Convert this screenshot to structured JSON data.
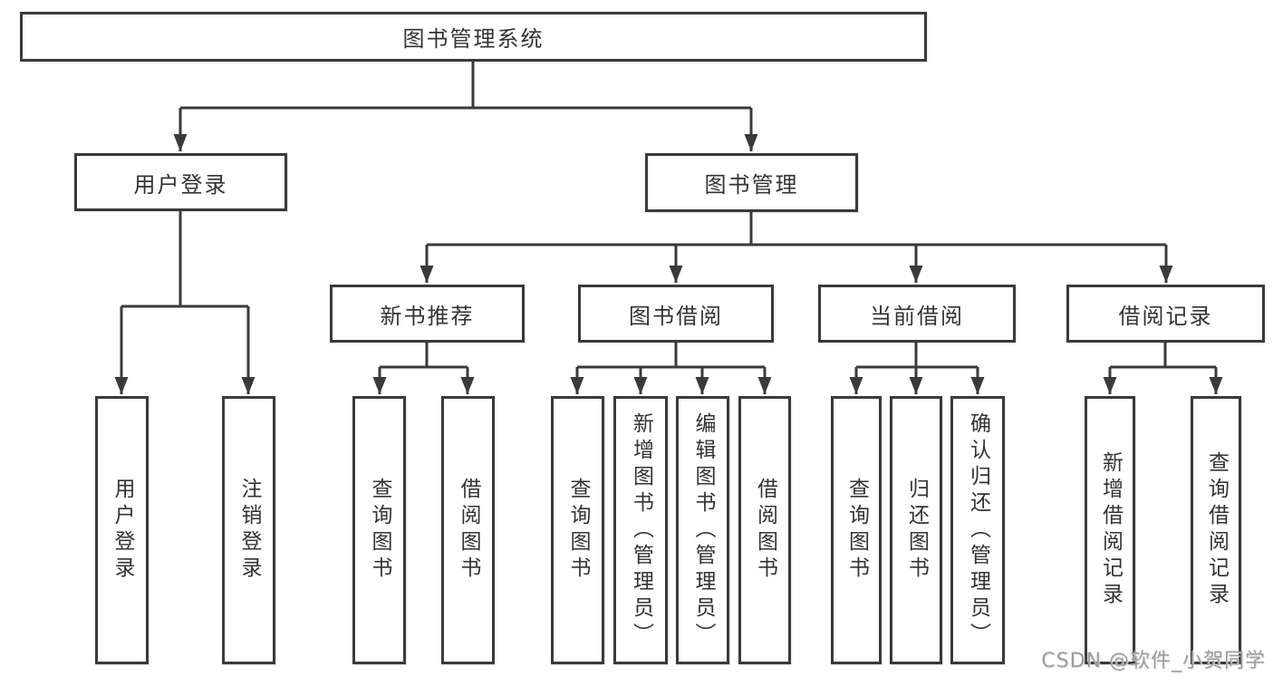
{
  "tree": {
    "root": {
      "label": "图书管理系统"
    },
    "level2": [
      {
        "label": "用户登录"
      },
      {
        "label": "图书管理"
      }
    ],
    "user_children": [
      {
        "label": "用户登录"
      },
      {
        "label": "注销登录"
      }
    ],
    "level3": [
      {
        "label": "新书推荐"
      },
      {
        "label": "图书借阅"
      },
      {
        "label": "当前借阅"
      },
      {
        "label": "借阅记录"
      }
    ],
    "leaves_new_book": [
      {
        "label": "查询图书"
      },
      {
        "label": "借阅图书"
      }
    ],
    "leaves_book_borrow": [
      {
        "label": "查询图书"
      },
      {
        "label": "新增图书（管理员）"
      },
      {
        "label": "编辑图书（管理员）"
      },
      {
        "label": "借阅图书"
      }
    ],
    "leaves_current_borrow": [
      {
        "label": "查询图书"
      },
      {
        "label": "归还图书"
      },
      {
        "label": "确认归还（管理员）"
      }
    ],
    "leaves_borrow_record": [
      {
        "label": "新增借阅记录"
      },
      {
        "label": "查询借阅记录"
      }
    ]
  },
  "watermark": "CSDN @软件_小贺同学",
  "colors": {
    "line": "#3a3a3a",
    "text": "#333333",
    "watermark": "#9c9c9c",
    "background": "#ffffff"
  }
}
